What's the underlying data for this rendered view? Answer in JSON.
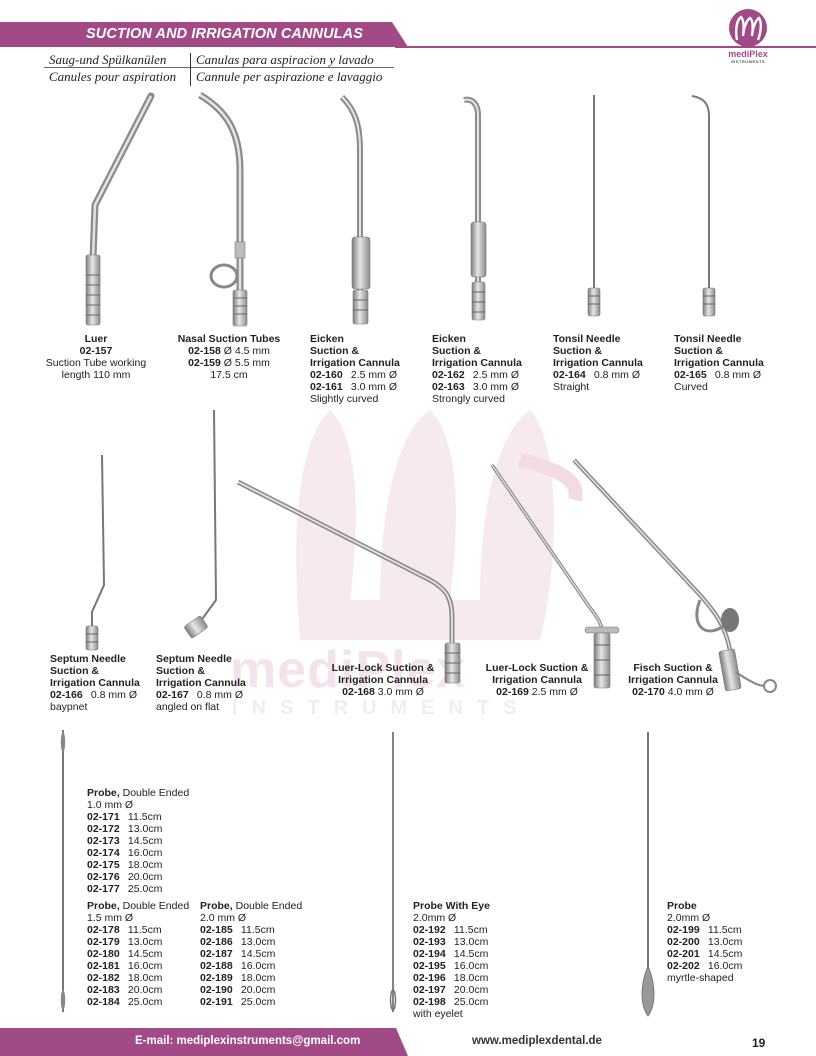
{
  "header": {
    "title": "SUCTION AND IRRIGATION CANNULAS",
    "bar_color": "#a24a86",
    "subtitles": {
      "de": "Saug-und Spülkanülen",
      "es": "Canulas para aspiracion y lavado",
      "fr": "Canules pour aspiration",
      "it": "Cannule per aspirazione e lavaggio"
    }
  },
  "logo": {
    "brand": "mediPlex",
    "sub": "INSTRUMENTS",
    "color": "#a24a86"
  },
  "watermark": {
    "text": "mediPlex",
    "sub": "INSTRUMENTS"
  },
  "products": {
    "p157": {
      "name": "Luer",
      "code": "02-157",
      "desc1": "Suction Tube working",
      "desc2": "length 110 mm"
    },
    "p158": {
      "name": "Nasal Suction Tubes",
      "items": [
        {
          "code": "02-158",
          "size": "Ø 4.5 mm"
        },
        {
          "code": "02-159",
          "size": "Ø 5.5 mm"
        }
      ],
      "length": "17.5 cm"
    },
    "p160": {
      "name1": "Eicken",
      "name2": "Suction &",
      "name3": "Irrigation Cannula",
      "items": [
        {
          "code": "02-160",
          "size": "2.5 mm Ø"
        },
        {
          "code": "02-161",
          "size": "3.0 mm Ø"
        }
      ],
      "note": "Slightly curved"
    },
    "p162": {
      "name1": "Eicken",
      "name2": "Suction &",
      "name3": "Irrigation Cannula",
      "items": [
        {
          "code": "02-162",
          "size": "2.5 mm Ø"
        },
        {
          "code": "02-163",
          "size": "3.0 mm Ø"
        }
      ],
      "note": "Strongly curved"
    },
    "p164": {
      "name1": "Tonsil Needle",
      "name2": "Suction &",
      "name3": "Irrigation Cannula",
      "code": "02-164",
      "size": "0.8 mm Ø",
      "note": "Straight"
    },
    "p165": {
      "name1": "Tonsil Needle",
      "name2": "Suction &",
      "name3": "Irrigation Cannula",
      "code": "02-165",
      "size": "0.8 mm Ø",
      "note": "Curved"
    },
    "p166": {
      "name1": "Septum Needle",
      "name2": "Suction &",
      "name3": "Irrigation Cannula",
      "code": "02-166",
      "size": "0.8 mm Ø",
      "note": "baypnet"
    },
    "p167": {
      "name1": "Septum Needle",
      "name2": "Suction &",
      "name3": "Irrigation Cannula",
      "code": "02-167",
      "size": "0.8 mm Ø",
      "note": "angled on flat"
    },
    "p168": {
      "name1": "Luer-Lock Suction &",
      "name2": "Irrigation Cannula",
      "code": "02-168",
      "size": "3.0 mm Ø"
    },
    "p169": {
      "name1": "Luer-Lock Suction &",
      "name2": "Irrigation Cannula",
      "code": "02-169",
      "size": "2.5 mm Ø"
    },
    "p170": {
      "name1": "Fisch Suction &",
      "name2": "Irrigation Cannula",
      "code": "02-170",
      "size": "4.0 mm Ø"
    }
  },
  "probes": {
    "g171": {
      "name": "Probe,",
      "type": "Double Ended",
      "diameter": "1.0 mm Ø",
      "items": [
        {
          "code": "02-171",
          "len": "11.5cm"
        },
        {
          "code": "02-172",
          "len": "13.0cm"
        },
        {
          "code": "02-173",
          "len": "14.5cm"
        },
        {
          "code": "02-174",
          "len": "16.0cm"
        },
        {
          "code": "02-175",
          "len": "18.0cm"
        },
        {
          "code": "02-176",
          "len": "20.0cm"
        },
        {
          "code": "02-177",
          "len": "25.0cm"
        }
      ]
    },
    "g178": {
      "name": "Probe,",
      "type": "Double Ended",
      "diameter": "1.5 mm Ø",
      "items": [
        {
          "code": "02-178",
          "len": "11.5cm"
        },
        {
          "code": "02-179",
          "len": "13.0cm"
        },
        {
          "code": "02-180",
          "len": "14.5cm"
        },
        {
          "code": "02-181",
          "len": "16.0cm"
        },
        {
          "code": "02-182",
          "len": "18.0cm"
        },
        {
          "code": "02-183",
          "len": "20.0cm"
        },
        {
          "code": "02-184",
          "len": "25.0cm"
        }
      ]
    },
    "g185": {
      "name": "Probe,",
      "type": "Double Ended",
      "diameter": "2.0 mm Ø",
      "items": [
        {
          "code": "02-185",
          "len": "11.5cm"
        },
        {
          "code": "02-186",
          "len": "13.0cm"
        },
        {
          "code": "02-187",
          "len": "14.5cm"
        },
        {
          "code": "02-188",
          "len": "16.0cm"
        },
        {
          "code": "02-189",
          "len": "18.0cm"
        },
        {
          "code": "02-190",
          "len": "20.0cm"
        },
        {
          "code": "02-191",
          "len": "25.0cm"
        }
      ]
    },
    "g192": {
      "name": "Probe With Eye",
      "diameter": "2.0mm Ø",
      "items": [
        {
          "code": "02-192",
          "len": "11.5cm"
        },
        {
          "code": "02-193",
          "len": "13.0cm"
        },
        {
          "code": "02-194",
          "len": "14.5cm"
        },
        {
          "code": "02-195",
          "len": "16.0cm"
        },
        {
          "code": "02-196",
          "len": "18.0cm"
        },
        {
          "code": "02-197",
          "len": "20.0cm"
        },
        {
          "code": "02-198",
          "len": "25.0cm"
        }
      ],
      "note": "with eyelet"
    },
    "g199": {
      "name": "Probe",
      "diameter": "2.0mm Ø",
      "items": [
        {
          "code": "02-199",
          "len": "11.5cm"
        },
        {
          "code": "02-200",
          "len": "13.0cm"
        },
        {
          "code": "02-201",
          "len": "14.5cm"
        },
        {
          "code": "02-202",
          "len": "16.0cm"
        }
      ],
      "note": "myrtle-shaped"
    }
  },
  "footer": {
    "email": "E-mail: mediplexinstruments@gmail.com",
    "website": "www.mediplexdental.de",
    "page": "19"
  }
}
